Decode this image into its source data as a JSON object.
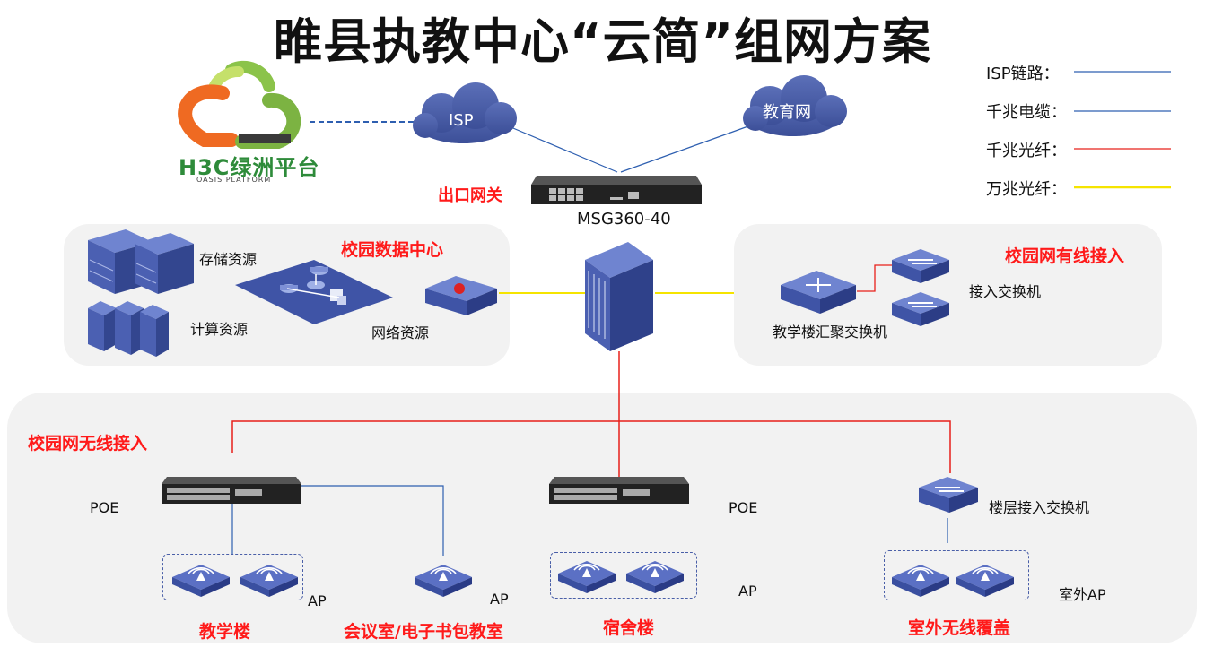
{
  "title": "睢县执教中心“云简”组网方案",
  "legend": {
    "isp": "ISP链路：",
    "gig_cable": "千兆电缆：",
    "gig_fiber": "千兆光纤：",
    "tengig_fiber": "万兆光纤："
  },
  "colors": {
    "isp": "#2e5fb0",
    "cable": "#2e5fb0",
    "fiber_1g": "#e8201a",
    "fiber_10g": "#f5e400"
  },
  "logo": {
    "main": "H3C绿洲平台",
    "sub": "OASIS PLATFORM"
  },
  "clouds": {
    "isp": "ISP",
    "edu": "教育网"
  },
  "gateway": {
    "label": "出口网关",
    "model": "MSG360-40"
  },
  "datacenter": {
    "title": "校园数据中心",
    "storage": "存储资源",
    "compute": "计算资源",
    "network": "网络资源"
  },
  "wired": {
    "title": "校园网有线接入",
    "access": "接入交换机",
    "aggregation": "教学楼汇聚交换机"
  },
  "wireless": {
    "title": "校园网无线接入",
    "poe_left": "POE",
    "poe_mid": "POE",
    "ap1": "AP",
    "ap2": "AP",
    "ap3": "AP",
    "outdoor_ap": "室外AP",
    "floor_switch": "楼层接入交换机",
    "bld_teaching": "教学楼",
    "bld_meeting": "会议室/电子书包教室",
    "bld_dorm": "宿舍楼",
    "bld_outdoor": "室外无线覆盖"
  }
}
